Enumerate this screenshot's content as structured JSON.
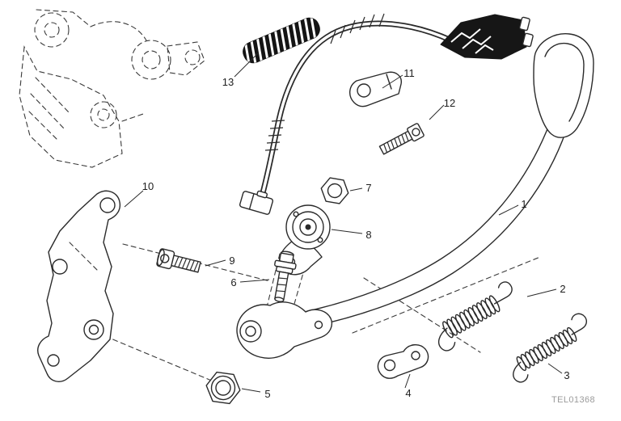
{
  "diagram": {
    "drawing_code": "TEL01368",
    "callouts": [
      {
        "id": 1,
        "label": "1"
      },
      {
        "id": 2,
        "label": "2"
      },
      {
        "id": 3,
        "label": "3"
      },
      {
        "id": 4,
        "label": "4"
      },
      {
        "id": 5,
        "label": "5"
      },
      {
        "id": 6,
        "label": "6"
      },
      {
        "id": 7,
        "label": "7"
      },
      {
        "id": 8,
        "label": "8"
      },
      {
        "id": 9,
        "label": "9"
      },
      {
        "id": 10,
        "label": "10"
      },
      {
        "id": 11,
        "label": "11"
      },
      {
        "id": 12,
        "label": "12"
      },
      {
        "id": 13,
        "label": "13"
      }
    ],
    "colors": {
      "line": "#2a2a2a",
      "part_fill": "#ffffff",
      "rubber_fill": "#141414",
      "code_text": "#9a9a9a"
    }
  }
}
